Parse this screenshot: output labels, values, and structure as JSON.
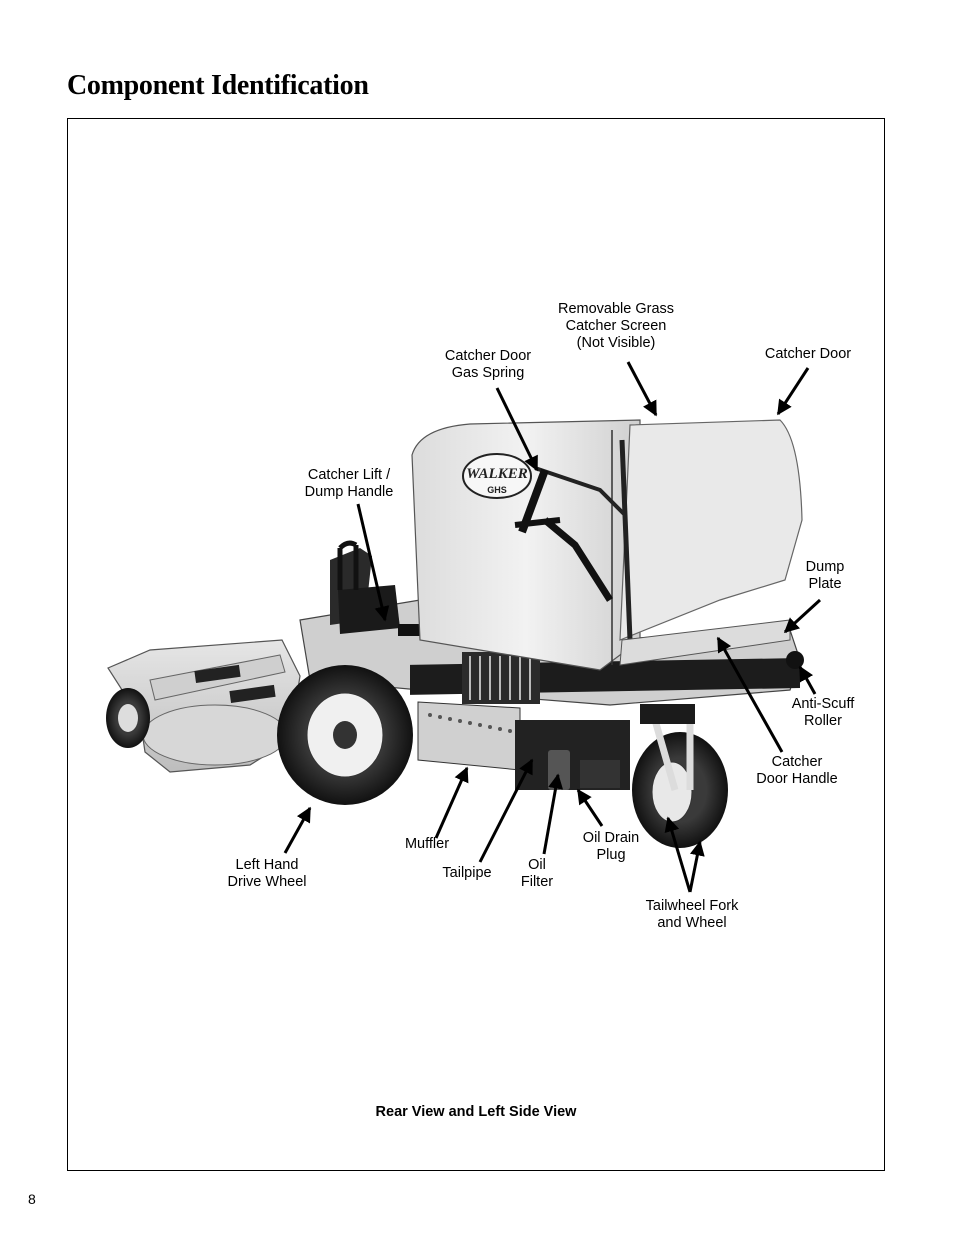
{
  "page": {
    "title": "Component Identification",
    "number": "8"
  },
  "figure": {
    "caption": "Rear View and Left Side View",
    "labels": {
      "removable_screen": [
        "Removable Grass",
        "Catcher Screen",
        "(Not Visible)"
      ],
      "catcher_door": [
        "Catcher Door"
      ],
      "gas_spring": [
        "Catcher Door",
        "Gas Spring"
      ],
      "lift_handle": [
        "Catcher Lift /",
        "Dump Handle"
      ],
      "dump_plate": [
        "Dump",
        "Plate"
      ],
      "anti_scuff": [
        "Anti-Scuff",
        "Roller"
      ],
      "door_handle": [
        "Catcher",
        "Door Handle"
      ],
      "oil_drain": [
        "Oil Drain",
        "Plug"
      ],
      "muffler": [
        "Muffler"
      ],
      "tailpipe": [
        "Tailpipe"
      ],
      "oil_filter": [
        "Oil",
        "Filter"
      ],
      "drive_wheel": [
        "Left Hand",
        "Drive Wheel"
      ],
      "tailwheel": [
        "Tailwheel Fork",
        "and Wheel"
      ]
    },
    "logo_text": {
      "brand": "WALKER",
      "model": "GHS"
    }
  }
}
